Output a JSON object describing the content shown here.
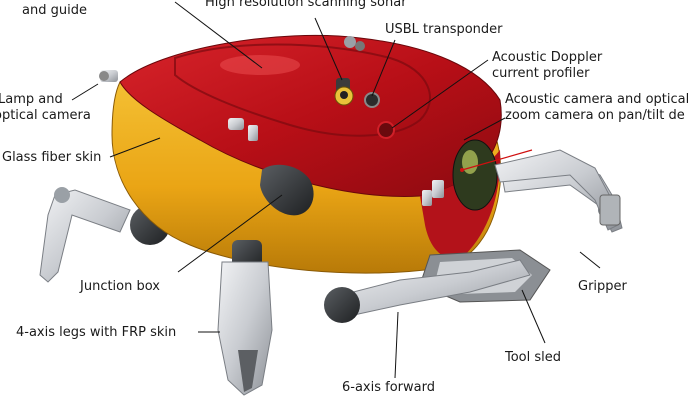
{
  "labels": {
    "and_guide": "and guide",
    "sonar": "High resolution scanning sonar",
    "usbl": "USBL transponder",
    "adcp_line1": "Acoustic Doppler",
    "adcp_line2": "current profiler",
    "acam_line1": "Acoustic camera and optical",
    "acam_line2": "zoom camera on pan/tilt de",
    "lamp_line1": "Lamp and",
    "lamp_line2": "optical camera",
    "glass": "Glass fiber skin",
    "junction": "Junction box",
    "legs": "4-axis legs with FRP skin",
    "gripper": "Gripper",
    "toolsled": "Tool sled",
    "forward": "6-axis forward"
  },
  "colors": {
    "hull_top": "#c0151c",
    "hull_side": "#f0b020",
    "metal": "#cfd2d6",
    "dark": "#2b2b2b"
  }
}
